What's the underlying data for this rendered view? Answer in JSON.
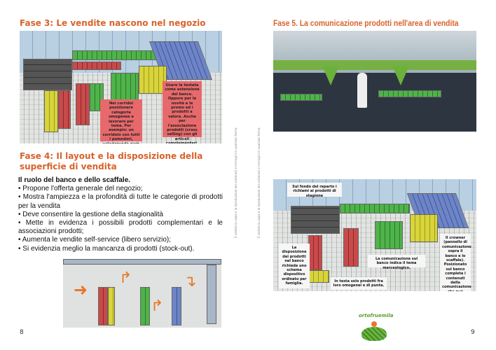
{
  "left_page": {
    "fase3_title": "Fase 3: Le vendite nascono nel negozio",
    "fase3_note1": "Nei corridoi posizionare categorie omogenee e lavorare per tema. Per esempio: un corridoio con tutti i pomodori, valorizzando però le diverse linee prodotto.",
    "fase3_note2": "Usare la testata come estensione del banco. Oppure per le novità e le promo ed i prodotti a valore. Anche per l'associazione prodotti (cross selling) con gli articoli complementari.",
    "fase4_title": "Fase 4: Il layout e la disposizione della superficie di vendita",
    "fase4_subtitle": "Il ruolo del banco e dello scaffale.",
    "bullets": [
      "• Propone l'offerta generale del negozio;",
      "• Mostra l'ampiezza e la profondità di tutte le categorie di prodotti per la vendita",
      "• Deve consentire la gestione della stagionalità",
      "• Mette in evidenza i possibili prodotti complementari e le associazioni prodotti;",
      "• Aumenta le vendite self-service (libero servizio);",
      "• Si evidenzia meglio la mancanza di prodotti (stock-out)."
    ],
    "page_number": "8"
  },
  "copyright": "È vietata la copia e la riproduzione dei contenuti e immagini in qualsiasi forma.",
  "right_page": {
    "fase5_title": "Fase 5. La comunicazione prodotti nell'area di vendita",
    "notes": [
      "Sul fondo del reparto i richiami ai prodotti di stagione",
      "La disposizione dei prodotti nel banco richiede uno schema dispositivo ordinato per famiglia.",
      "In testa solo prodotti fra loro omogenei e di punta.",
      "La comunicazione sul banco indica il tema merceologico.",
      "Il crowner (pannello di comunicazione sopra il banco e lo scaffale). Posizionato sul banco completa i contenuti della comunicazione che può essere fissa o variabile."
    ],
    "logo_text": "ortofruemila",
    "page_number": "9"
  },
  "colors": {
    "heading": "#d9622b",
    "note_red": "#e8696b"
  }
}
